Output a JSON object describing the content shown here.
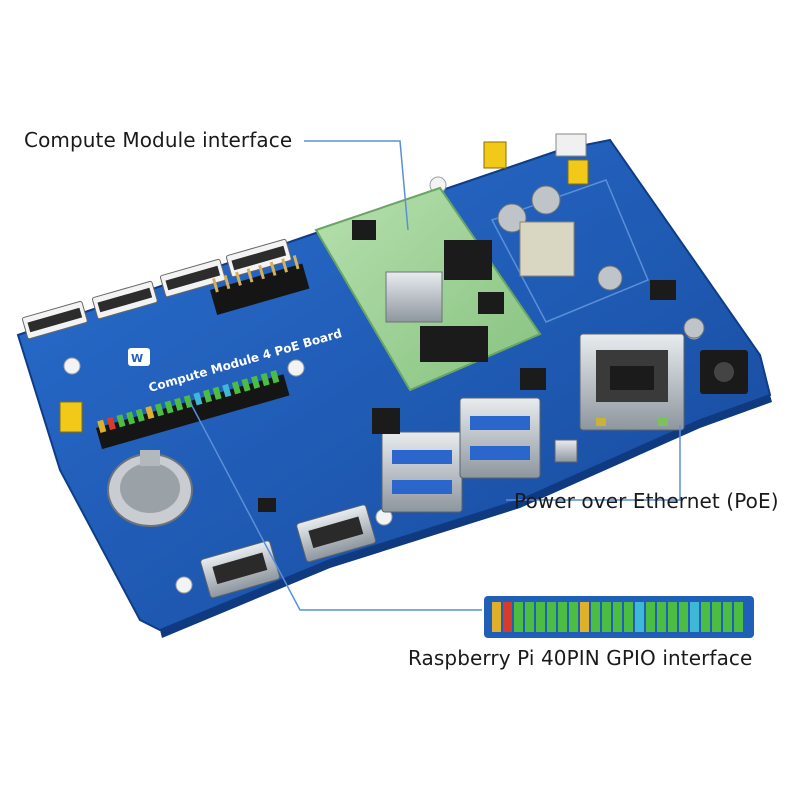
{
  "labels": {
    "compute_module": "Compute Module interface",
    "poe": "Power over Ethernet (PoE)",
    "gpio": "Raspberry Pi 40PIN GPIO interface"
  },
  "board": {
    "silkscreen_title": "Compute Module 4 PoE Board"
  },
  "colors": {
    "pcb_blue": "#1f5fb8",
    "callout_line": "#5a8fd8",
    "module_green": "#9fd39a",
    "chip_black": "#1b1b1b",
    "background": "#ffffff"
  }
}
